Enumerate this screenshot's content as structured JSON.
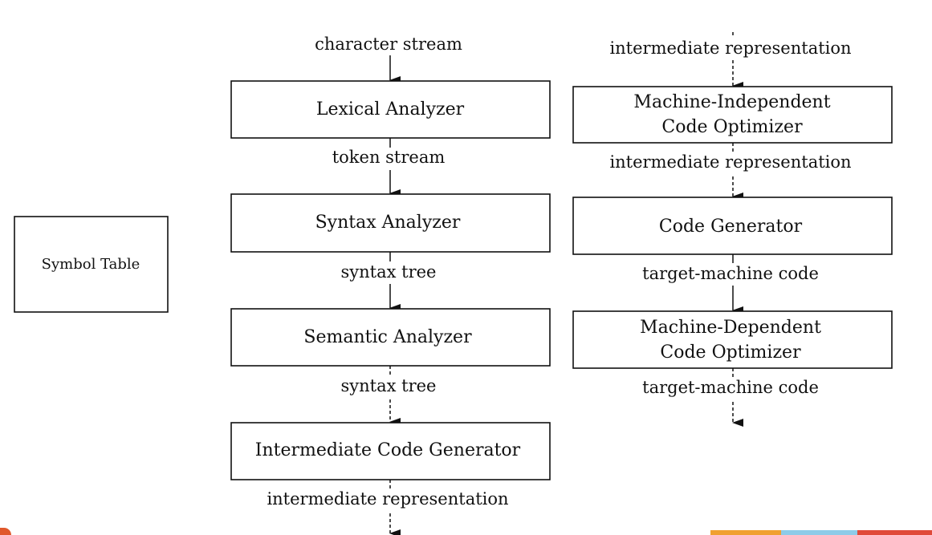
{
  "diagram": {
    "symbol_table": "Symbol Table",
    "left_column": {
      "input_label": "character stream",
      "boxes": [
        {
          "label": "Lexical Analyzer"
        },
        {
          "label": "Syntax Analyzer"
        },
        {
          "label": "Semantic Analyzer"
        },
        {
          "label": "Intermediate Code Generator"
        }
      ],
      "edge_labels": [
        "token stream",
        "syntax tree",
        "syntax tree"
      ],
      "output_label": "intermediate representation"
    },
    "right_column": {
      "input_label": "intermediate representation",
      "boxes": [
        {
          "line1": "Machine-Independent",
          "line2": "Code Optimizer"
        },
        {
          "label": "Code Generator"
        },
        {
          "line1": "Machine-Dependent",
          "line2": "Code Optimizer"
        }
      ],
      "edge_labels": [
        "intermediate representation",
        "target-machine code"
      ],
      "output_label": "target-machine code"
    }
  },
  "footer": {
    "colors": {
      "accent_left": "#e0582b",
      "bar_orange": "#f0a030",
      "bar_blue": "#8ecbe8",
      "bar_red": "#e04a3a"
    }
  }
}
